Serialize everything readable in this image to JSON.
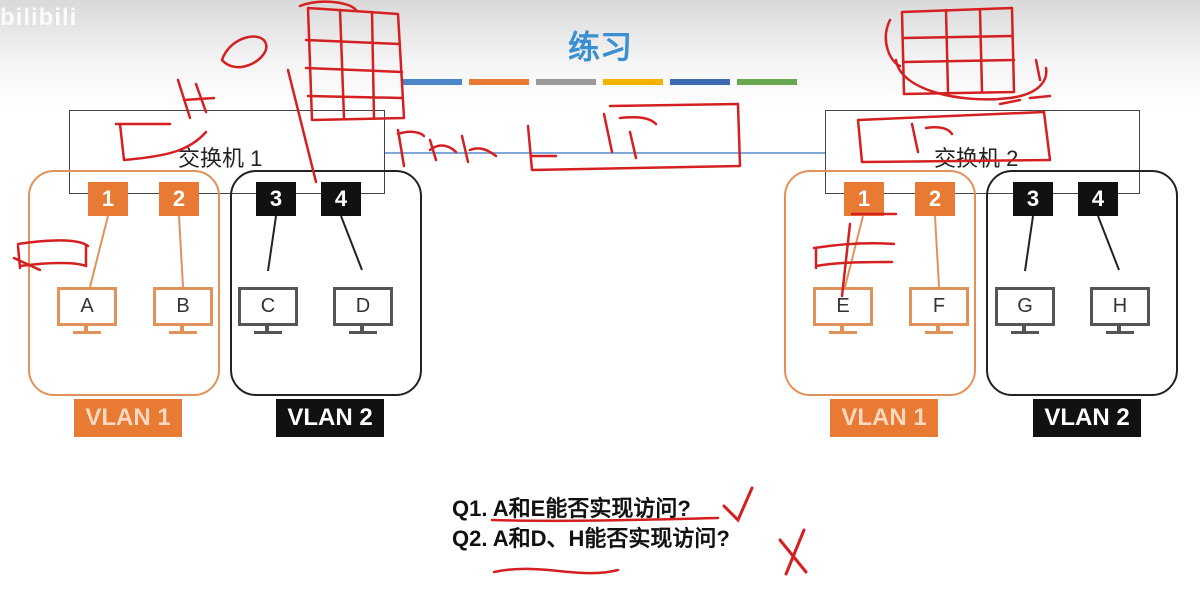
{
  "watermark": "bilibili",
  "title": "练习",
  "colors": {
    "accent_blue": "#3a8fd1",
    "vlan1_orange": "#e97a33",
    "vlan2_black": "#111111",
    "ink_red": "#d42020",
    "link_blue": "#7fa8d8"
  },
  "title_bars": [
    "#4a86c8",
    "#e97a33",
    "#9a9a9a",
    "#f2b400",
    "#3d6bb3",
    "#6aa84f"
  ],
  "switches": [
    {
      "label": "交换机 1",
      "ports": [
        "1",
        "2",
        "3",
        "4"
      ],
      "pcs": [
        "A",
        "B",
        "C",
        "D"
      ],
      "vlans": [
        "VLAN 1",
        "VLAN 2"
      ]
    },
    {
      "label": "交换机 2",
      "ports": [
        "1",
        "2",
        "3",
        "4"
      ],
      "pcs": [
        "E",
        "F",
        "G",
        "H"
      ],
      "vlans": [
        "VLAN 1",
        "VLAN 2"
      ]
    }
  ],
  "questions": [
    "Q1. A和E能否实现访问?",
    "Q2. A和D、H能否实现访问?"
  ],
  "annotations": {
    "q1_mark": "✓",
    "q2_mark": "✗",
    "handwriting": [
      "trunk",
      "标记"
    ]
  }
}
